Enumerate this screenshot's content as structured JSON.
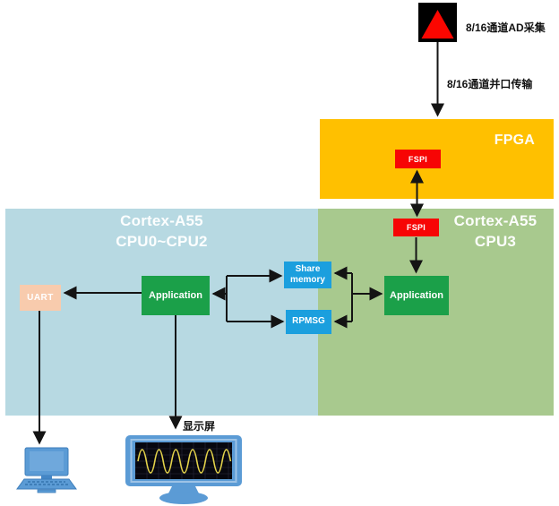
{
  "labels": {
    "ad_module": "8/16通道AD采集",
    "parallel_transfer": "8/16通道并口传输",
    "display": "显示屏"
  },
  "fpga": {
    "title": "FPGA",
    "fspi": "FSPI"
  },
  "cpu_cluster": {
    "title_line1": "Cortex-A55",
    "title_line2": "CPU0~CPU2",
    "application": "Application",
    "uart": "UART"
  },
  "cpu3": {
    "title_line1": "Cortex-A55",
    "title_line2": "CPU3",
    "fspi": "FSPI",
    "application": "Application"
  },
  "ipc": {
    "share_memory_line1": "Share",
    "share_memory_line2": "memory",
    "rpmsg": "RPMSG"
  },
  "icons": {
    "ad_module": "ad-converter-icon",
    "pc": "desktop-computer-icon",
    "display": "waveform-monitor-icon"
  },
  "colors": {
    "fpga_orange": "#FFC000",
    "cluster_blue": "#B7D9E2",
    "cpu3_green": "#A8C98E",
    "app_green": "#1BA049",
    "ipc_blue": "#1B9FDE",
    "fspi_red": "#F70505",
    "uart_peach": "#F8CBAD",
    "arrow_black": "#141414",
    "wave_yellow": "#E3D24A",
    "icon_blue": "#5B9BD5"
  }
}
